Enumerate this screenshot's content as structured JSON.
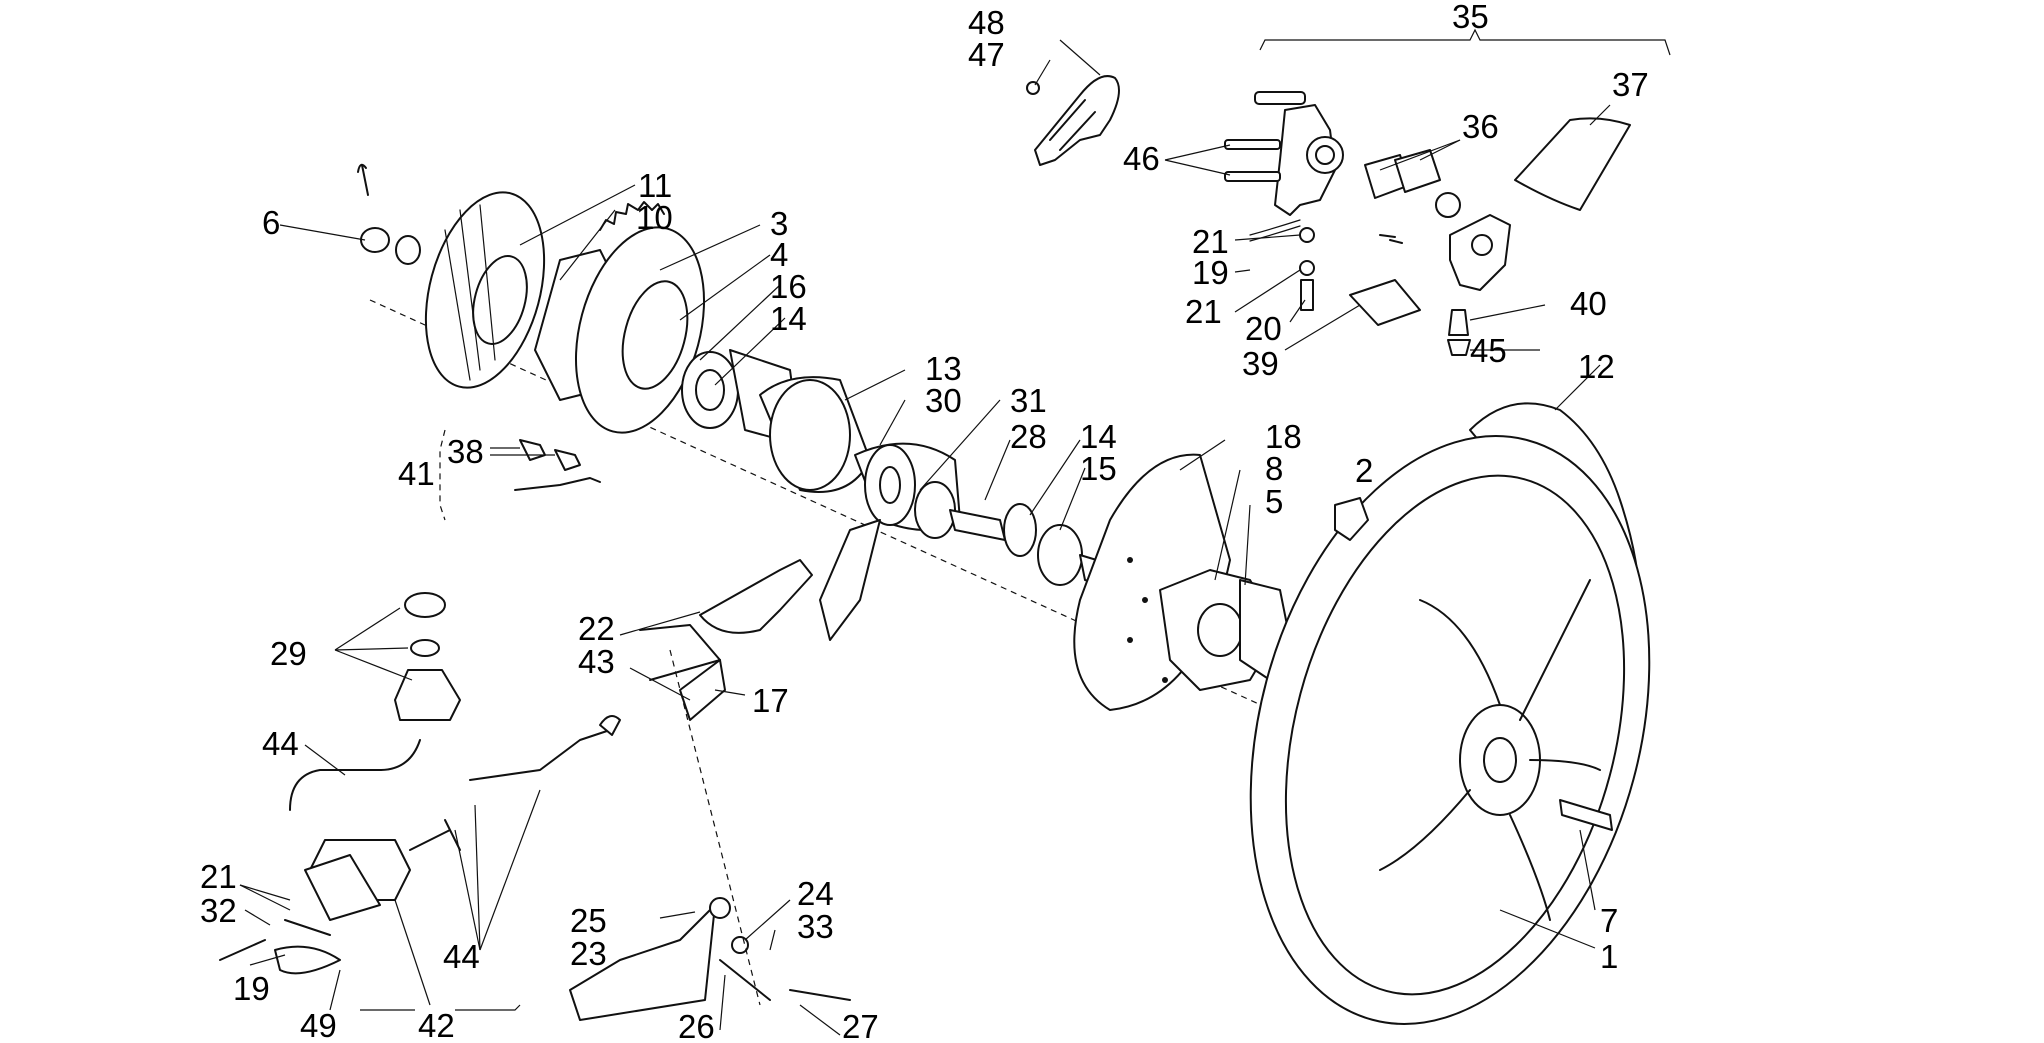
{
  "diagram": {
    "type": "exploded parts diagram",
    "labels": [
      {
        "id": "l48",
        "text": "48"
      },
      {
        "id": "l47",
        "text": "47"
      },
      {
        "id": "l35",
        "text": "35"
      },
      {
        "id": "l37",
        "text": "37"
      },
      {
        "id": "l36",
        "text": "36"
      },
      {
        "id": "l46",
        "text": "46"
      },
      {
        "id": "l21a",
        "text": "21"
      },
      {
        "id": "l19a",
        "text": "19"
      },
      {
        "id": "l21b",
        "text": "21"
      },
      {
        "id": "l20",
        "text": "20"
      },
      {
        "id": "l39",
        "text": "39"
      },
      {
        "id": "l40",
        "text": "40"
      },
      {
        "id": "l45",
        "text": "45"
      },
      {
        "id": "l12",
        "text": "12"
      },
      {
        "id": "l11",
        "text": "11"
      },
      {
        "id": "l10",
        "text": "10"
      },
      {
        "id": "l6",
        "text": "6"
      },
      {
        "id": "l3",
        "text": "3"
      },
      {
        "id": "l4",
        "text": "4"
      },
      {
        "id": "l16",
        "text": "16"
      },
      {
        "id": "l14a",
        "text": "14"
      },
      {
        "id": "l13",
        "text": "13"
      },
      {
        "id": "l30",
        "text": "30"
      },
      {
        "id": "l31",
        "text": "31"
      },
      {
        "id": "l28",
        "text": "28"
      },
      {
        "id": "l14b",
        "text": "14"
      },
      {
        "id": "l15",
        "text": "15"
      },
      {
        "id": "l18",
        "text": "18"
      },
      {
        "id": "l8",
        "text": "8"
      },
      {
        "id": "l5",
        "text": "5"
      },
      {
        "id": "l2",
        "text": "2"
      },
      {
        "id": "l38",
        "text": "38"
      },
      {
        "id": "l41",
        "text": "41"
      },
      {
        "id": "l29",
        "text": "29"
      },
      {
        "id": "l22",
        "text": "22"
      },
      {
        "id": "l43",
        "text": "43"
      },
      {
        "id": "l17",
        "text": "17"
      },
      {
        "id": "l44a",
        "text": "44"
      },
      {
        "id": "l21c",
        "text": "21"
      },
      {
        "id": "l32",
        "text": "32"
      },
      {
        "id": "l19b",
        "text": "19"
      },
      {
        "id": "l49",
        "text": "49"
      },
      {
        "id": "l42",
        "text": "42"
      },
      {
        "id": "l44b",
        "text": "44"
      },
      {
        "id": "l25",
        "text": "25"
      },
      {
        "id": "l23",
        "text": "23"
      },
      {
        "id": "l24",
        "text": "24"
      },
      {
        "id": "l33",
        "text": "33"
      },
      {
        "id": "l26",
        "text": "26"
      },
      {
        "id": "l27",
        "text": "27"
      },
      {
        "id": "l7",
        "text": "7"
      },
      {
        "id": "l1",
        "text": "1"
      }
    ]
  }
}
